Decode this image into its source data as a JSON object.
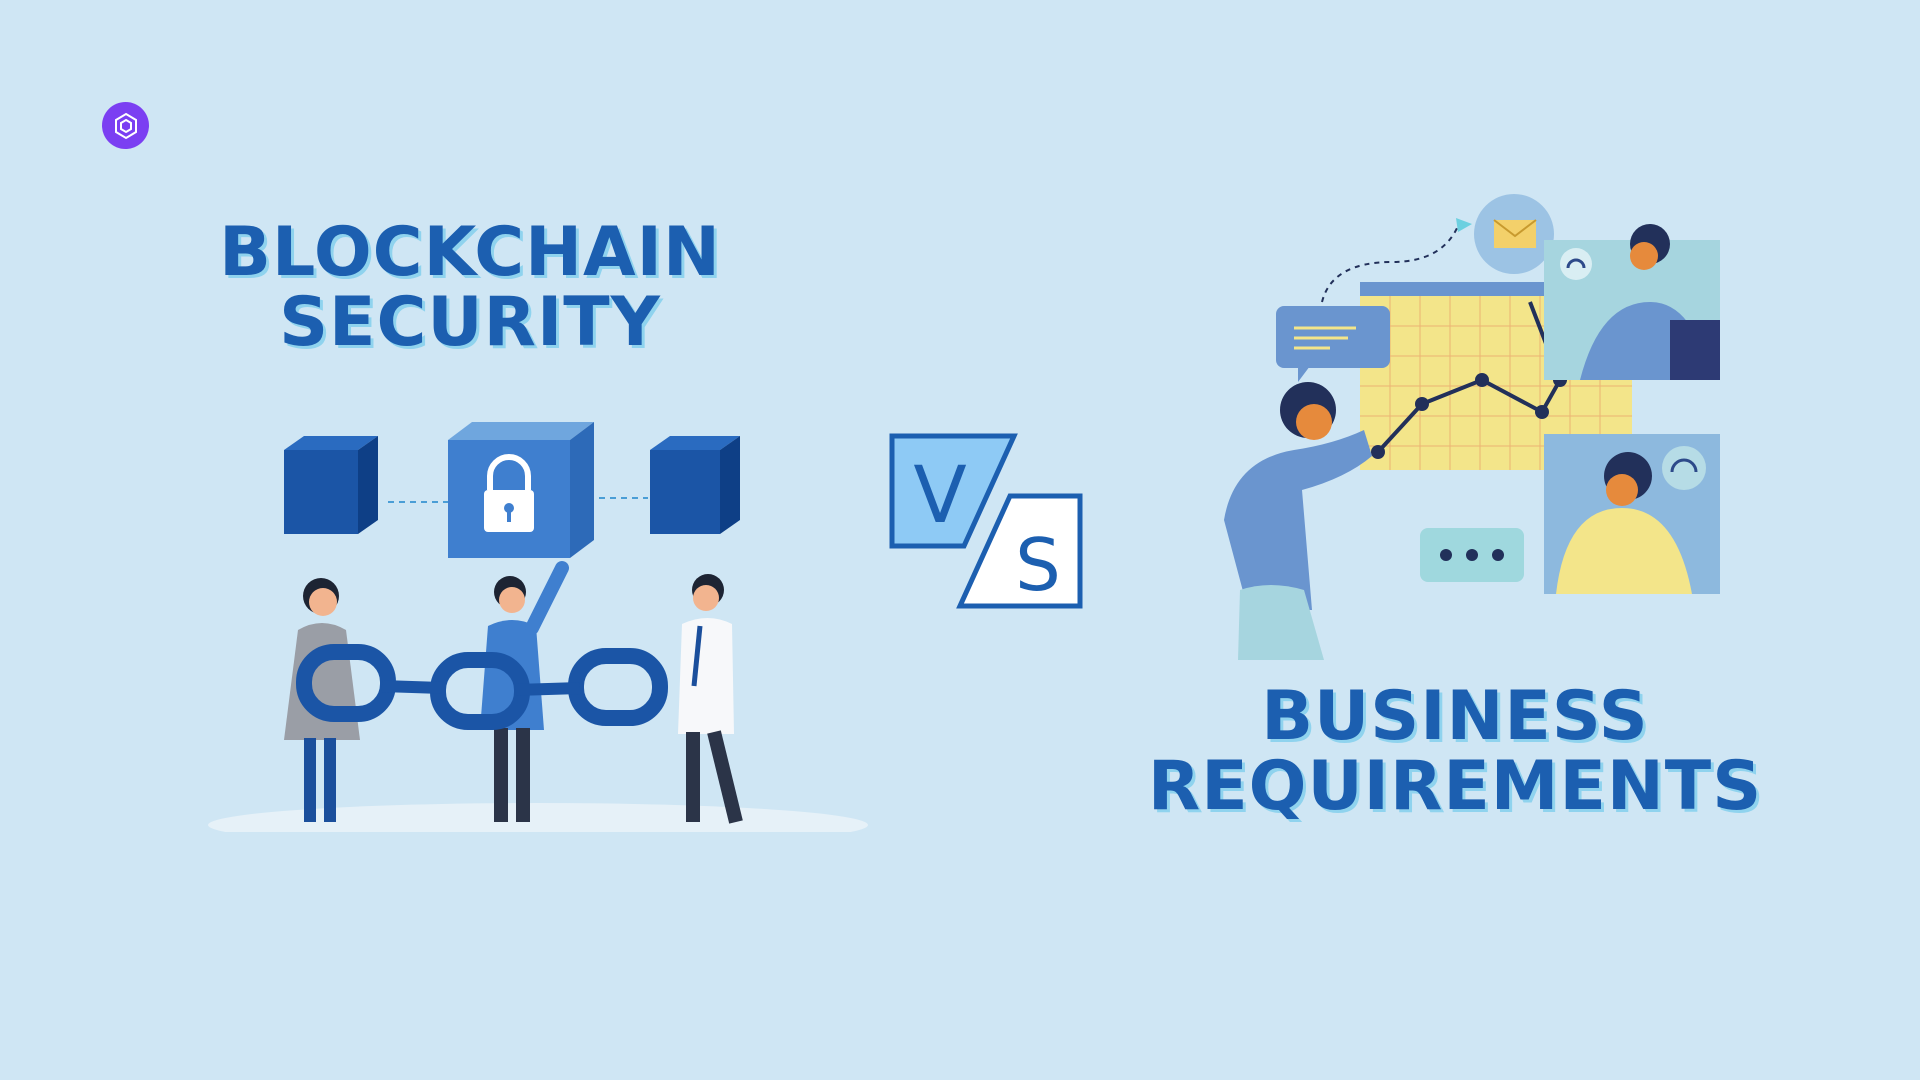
{
  "brand": {
    "logo_icon": "hexagon-logo-icon",
    "logo_color": "#7b3ff2"
  },
  "left_heading": {
    "line1": "BLOCKCHAIN",
    "line2": "SECURITY"
  },
  "vs_badge": {
    "letter1": "V",
    "letter2": "S"
  },
  "right_heading": {
    "line1": "BUSINESS",
    "line2": "REQUIREMENTS"
  },
  "colors": {
    "background": "#cfe6f4",
    "heading": "#1c5fb0",
    "heading_shadow": "#8fd3ee",
    "accent_blue": "#1a56a6",
    "accent_yellow": "#f3e58a"
  }
}
